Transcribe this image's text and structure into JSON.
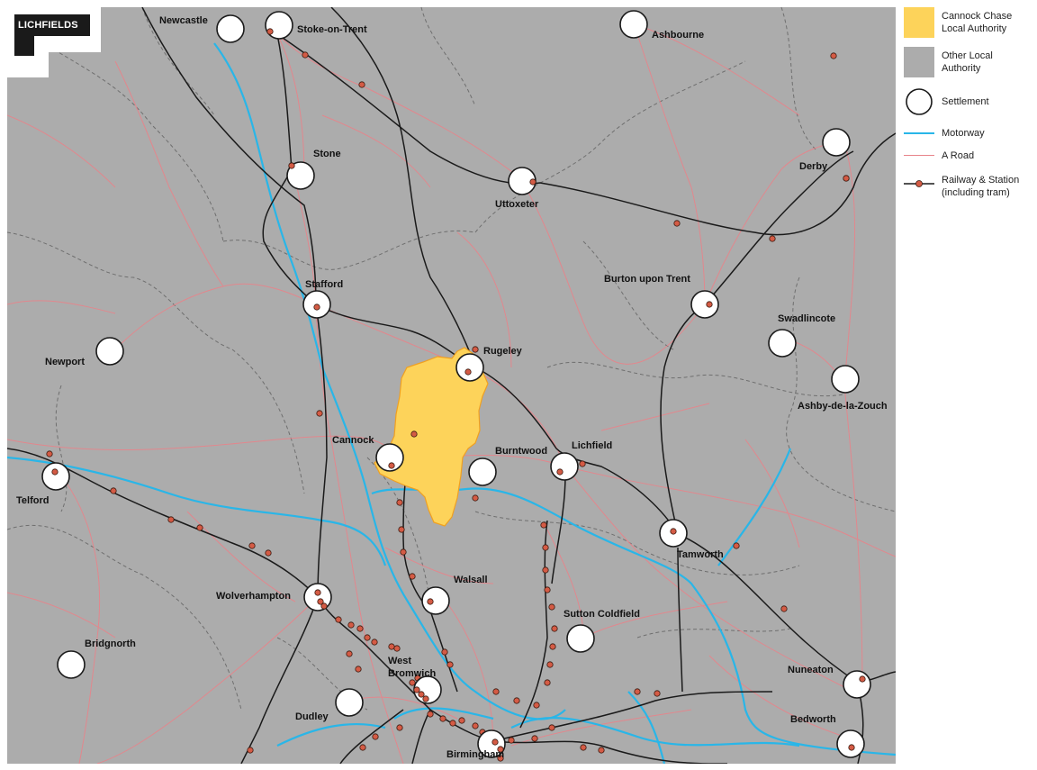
{
  "logo": {
    "text": "LICHFIELDS"
  },
  "colors": {
    "background": "#acacac",
    "cannock_chase": "#fdd35a",
    "motorway": "#29b6e8",
    "a_road": "#e8838a",
    "railway": "#1a1a1a",
    "station": "#d45b45",
    "boundary": "#6f6f6f"
  },
  "settlements": [
    {
      "name": "Newcastle"
    },
    {
      "name": "Stoke-on-Trent"
    },
    {
      "name": "Ashbourne"
    },
    {
      "name": "Stone"
    },
    {
      "name": "Uttoxeter"
    },
    {
      "name": "Derby"
    },
    {
      "name": "Stafford"
    },
    {
      "name": "Burton upon Trent"
    },
    {
      "name": "Swadlincote"
    },
    {
      "name": "Newport"
    },
    {
      "name": "Rugeley"
    },
    {
      "name": "Ashby-de-la-Zouch"
    },
    {
      "name": "Cannock"
    },
    {
      "name": "Burntwood"
    },
    {
      "name": "Lichfield"
    },
    {
      "name": "Telford"
    },
    {
      "name": "Tamworth"
    },
    {
      "name": "Wolverhampton"
    },
    {
      "name": "Walsall"
    },
    {
      "name": "Sutton Coldfield"
    },
    {
      "name": "Bridgnorth"
    },
    {
      "name": "West Bromwich"
    },
    {
      "name": "Nuneaton"
    },
    {
      "name": "Dudley"
    },
    {
      "name": "Bedworth"
    },
    {
      "name": "Birmingham"
    }
  ],
  "legend": {
    "local_authority": "Cannock Chase Local Authority",
    "other_authority": "Other Local Authority",
    "settlement": "Settlement",
    "motorway": "Motorway",
    "a_road": "A Road",
    "railway": "Railway & Station (including tram)"
  }
}
